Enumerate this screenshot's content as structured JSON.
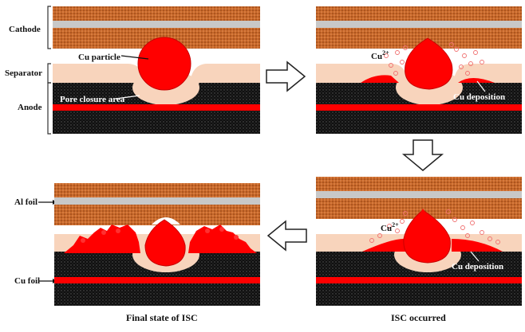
{
  "labels": {
    "cathode": "Cathode",
    "separator": "Separator",
    "anode": "Anode",
    "al_foil": "Al foil",
    "cu_foil": "Cu foil",
    "cu_particle": "Cu particle",
    "pore_closure": "Pore closure area",
    "cu_ion_1": "Cu",
    "cu_ion_2": "Cu",
    "cu_ion_sup": "2+",
    "cu_deposition_1": "Cu deposition",
    "cu_deposition_2": "Cu deposition",
    "caption_final": "Final state of ISC",
    "caption_occurred": "ISC occurred"
  },
  "colors": {
    "cathode": "#c8692a",
    "current_collector": "#c8c8c8",
    "separator": "#f8d4bc",
    "anode": "#111111",
    "copper": "#ff0000",
    "copper_dark": "#c80000",
    "arrow_stroke": "#222222"
  }
}
